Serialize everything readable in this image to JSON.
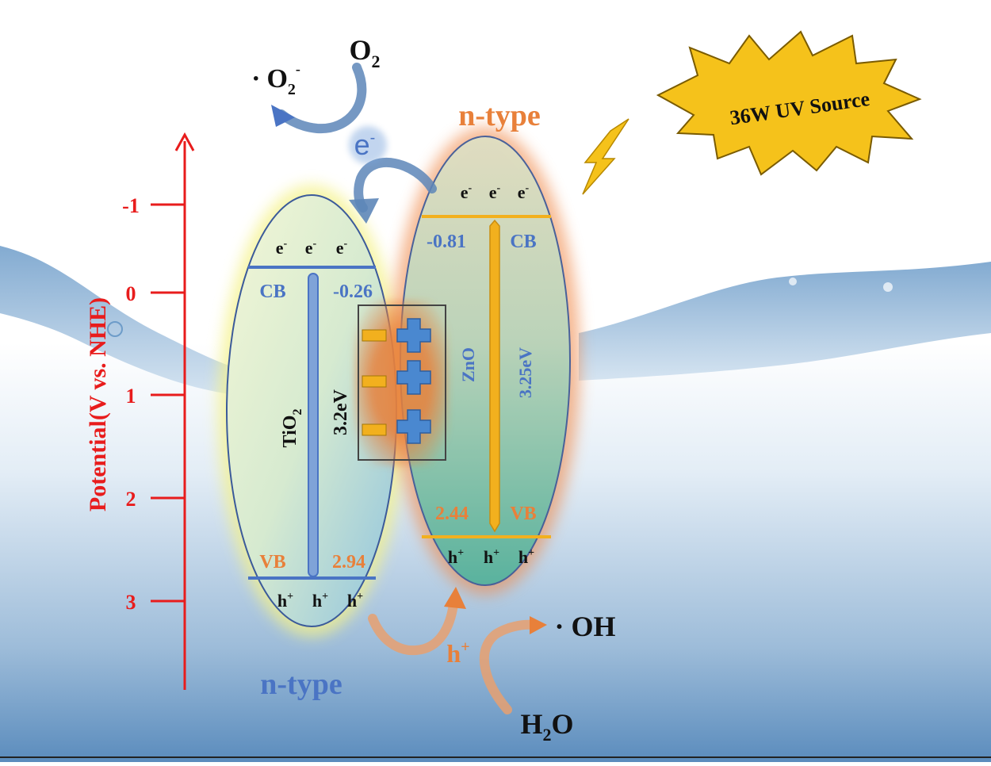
{
  "source": {
    "label": "36W UV Source"
  },
  "axis": {
    "title": "Potential(V vs. NHE)",
    "ticks": [
      "-1",
      "0",
      "1",
      "2",
      "3"
    ],
    "color": "#e81c1c"
  },
  "tio2": {
    "name": "TiO",
    "name_sub": "2",
    "type_label": "n-type",
    "cb_label": "CB",
    "vb_label": "VB",
    "cb_value": "-0.26",
    "vb_value": "2.94",
    "band_gap": "3.2eV",
    "electrons": [
      "e",
      "e",
      "e"
    ],
    "electron_sup": [
      "-",
      "-",
      "-"
    ],
    "holes": [
      "h",
      "h",
      "h"
    ],
    "hole_sup": [
      "+",
      "+",
      "+"
    ]
  },
  "zno": {
    "name": "ZnO",
    "type_label": "n-type",
    "cb_label": "CB",
    "vb_label": "VB",
    "cb_value": "-0.81",
    "vb_value": "2.44",
    "band_gap": "3.25eV",
    "electrons": [
      "e",
      "e",
      "e"
    ],
    "electron_sup": [
      "-",
      "-",
      "-"
    ],
    "holes": [
      "h",
      "h",
      "h"
    ],
    "hole_sup": [
      "+",
      "+",
      "+"
    ]
  },
  "reactions": {
    "o2": "O",
    "o2_sub": "2",
    "superoxide_dot": "·",
    "superoxide": "O",
    "superoxide_sub": "2",
    "superoxide_sup": "-",
    "electron_transfer": "e",
    "electron_transfer_sup": "-",
    "hole_transfer": "h",
    "hole_transfer_sup": "+",
    "hydroxyl": "· OH",
    "water": "H",
    "water_sub": "2",
    "water_tail": "O"
  },
  "colors": {
    "red": "#e81c1c",
    "blue": "#4a74c4",
    "orange": "#e8803a",
    "gold": "#f2b01e",
    "water": "#5b8fc0"
  }
}
